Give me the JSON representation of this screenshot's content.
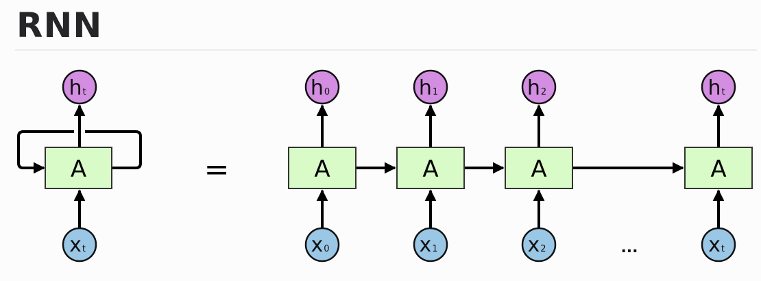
{
  "title": "RNN",
  "equals_sign": "=",
  "ellipsis": "...",
  "colors": {
    "cell_fill": "#d9fbc8",
    "hidden_node_fill": "#d38ee2",
    "input_node_fill": "#9ac7e6",
    "edge": "#000000"
  },
  "rolled": {
    "cell_label": "A",
    "output": {
      "main": "h",
      "sub": "t"
    },
    "input": {
      "main": "x",
      "sub": "t"
    }
  },
  "unrolled": [
    {
      "cell_label": "A",
      "output": {
        "main": "h",
        "sub": "0"
      },
      "input": {
        "main": "x",
        "sub": "0"
      }
    },
    {
      "cell_label": "A",
      "output": {
        "main": "h",
        "sub": "1"
      },
      "input": {
        "main": "x",
        "sub": "1"
      }
    },
    {
      "cell_label": "A",
      "output": {
        "main": "h",
        "sub": "2"
      },
      "input": {
        "main": "x",
        "sub": "2"
      }
    },
    {
      "cell_label": "A",
      "output": {
        "main": "h",
        "sub": "t"
      },
      "input": {
        "main": "x",
        "sub": "t"
      }
    }
  ]
}
